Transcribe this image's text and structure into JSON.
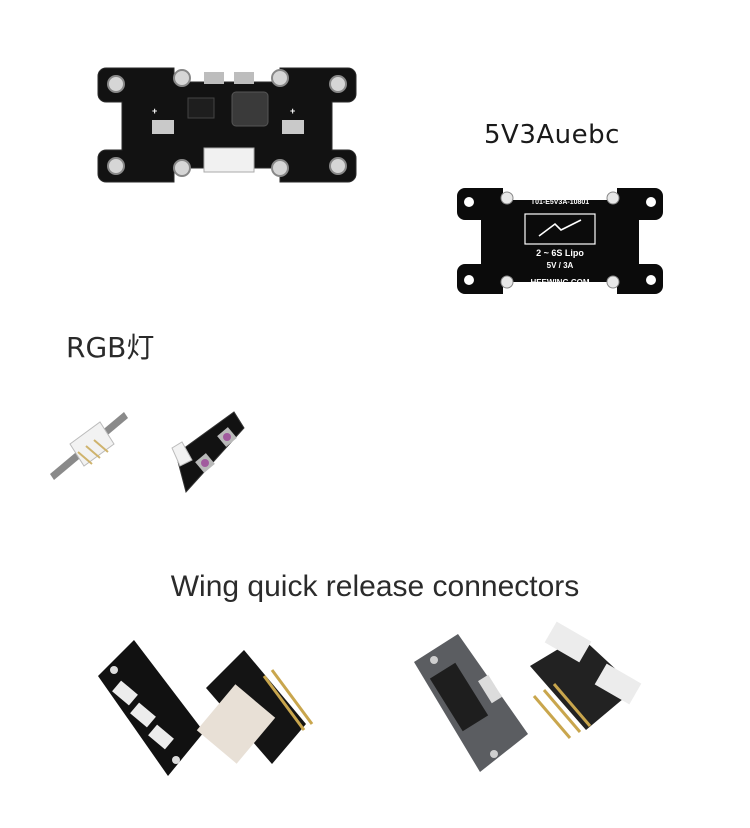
{
  "sections": {
    "regulator_label": "5V3Auebc",
    "rgb_label": "RGB灯",
    "connectors_label": "Wing quick release connectors"
  },
  "pcb_back": {
    "part_number": "T01-E5V3A-10801",
    "voltage_range": "2 ~ 6S Lipo",
    "output": "5V / 3A",
    "website": "HEEWING.COM"
  },
  "icons": [
    "pcb-front-photo",
    "pcb-back-photo",
    "rgb-led-side-photo",
    "rgb-led-front-photo",
    "connector-black-photos",
    "connector-grey-photos"
  ]
}
